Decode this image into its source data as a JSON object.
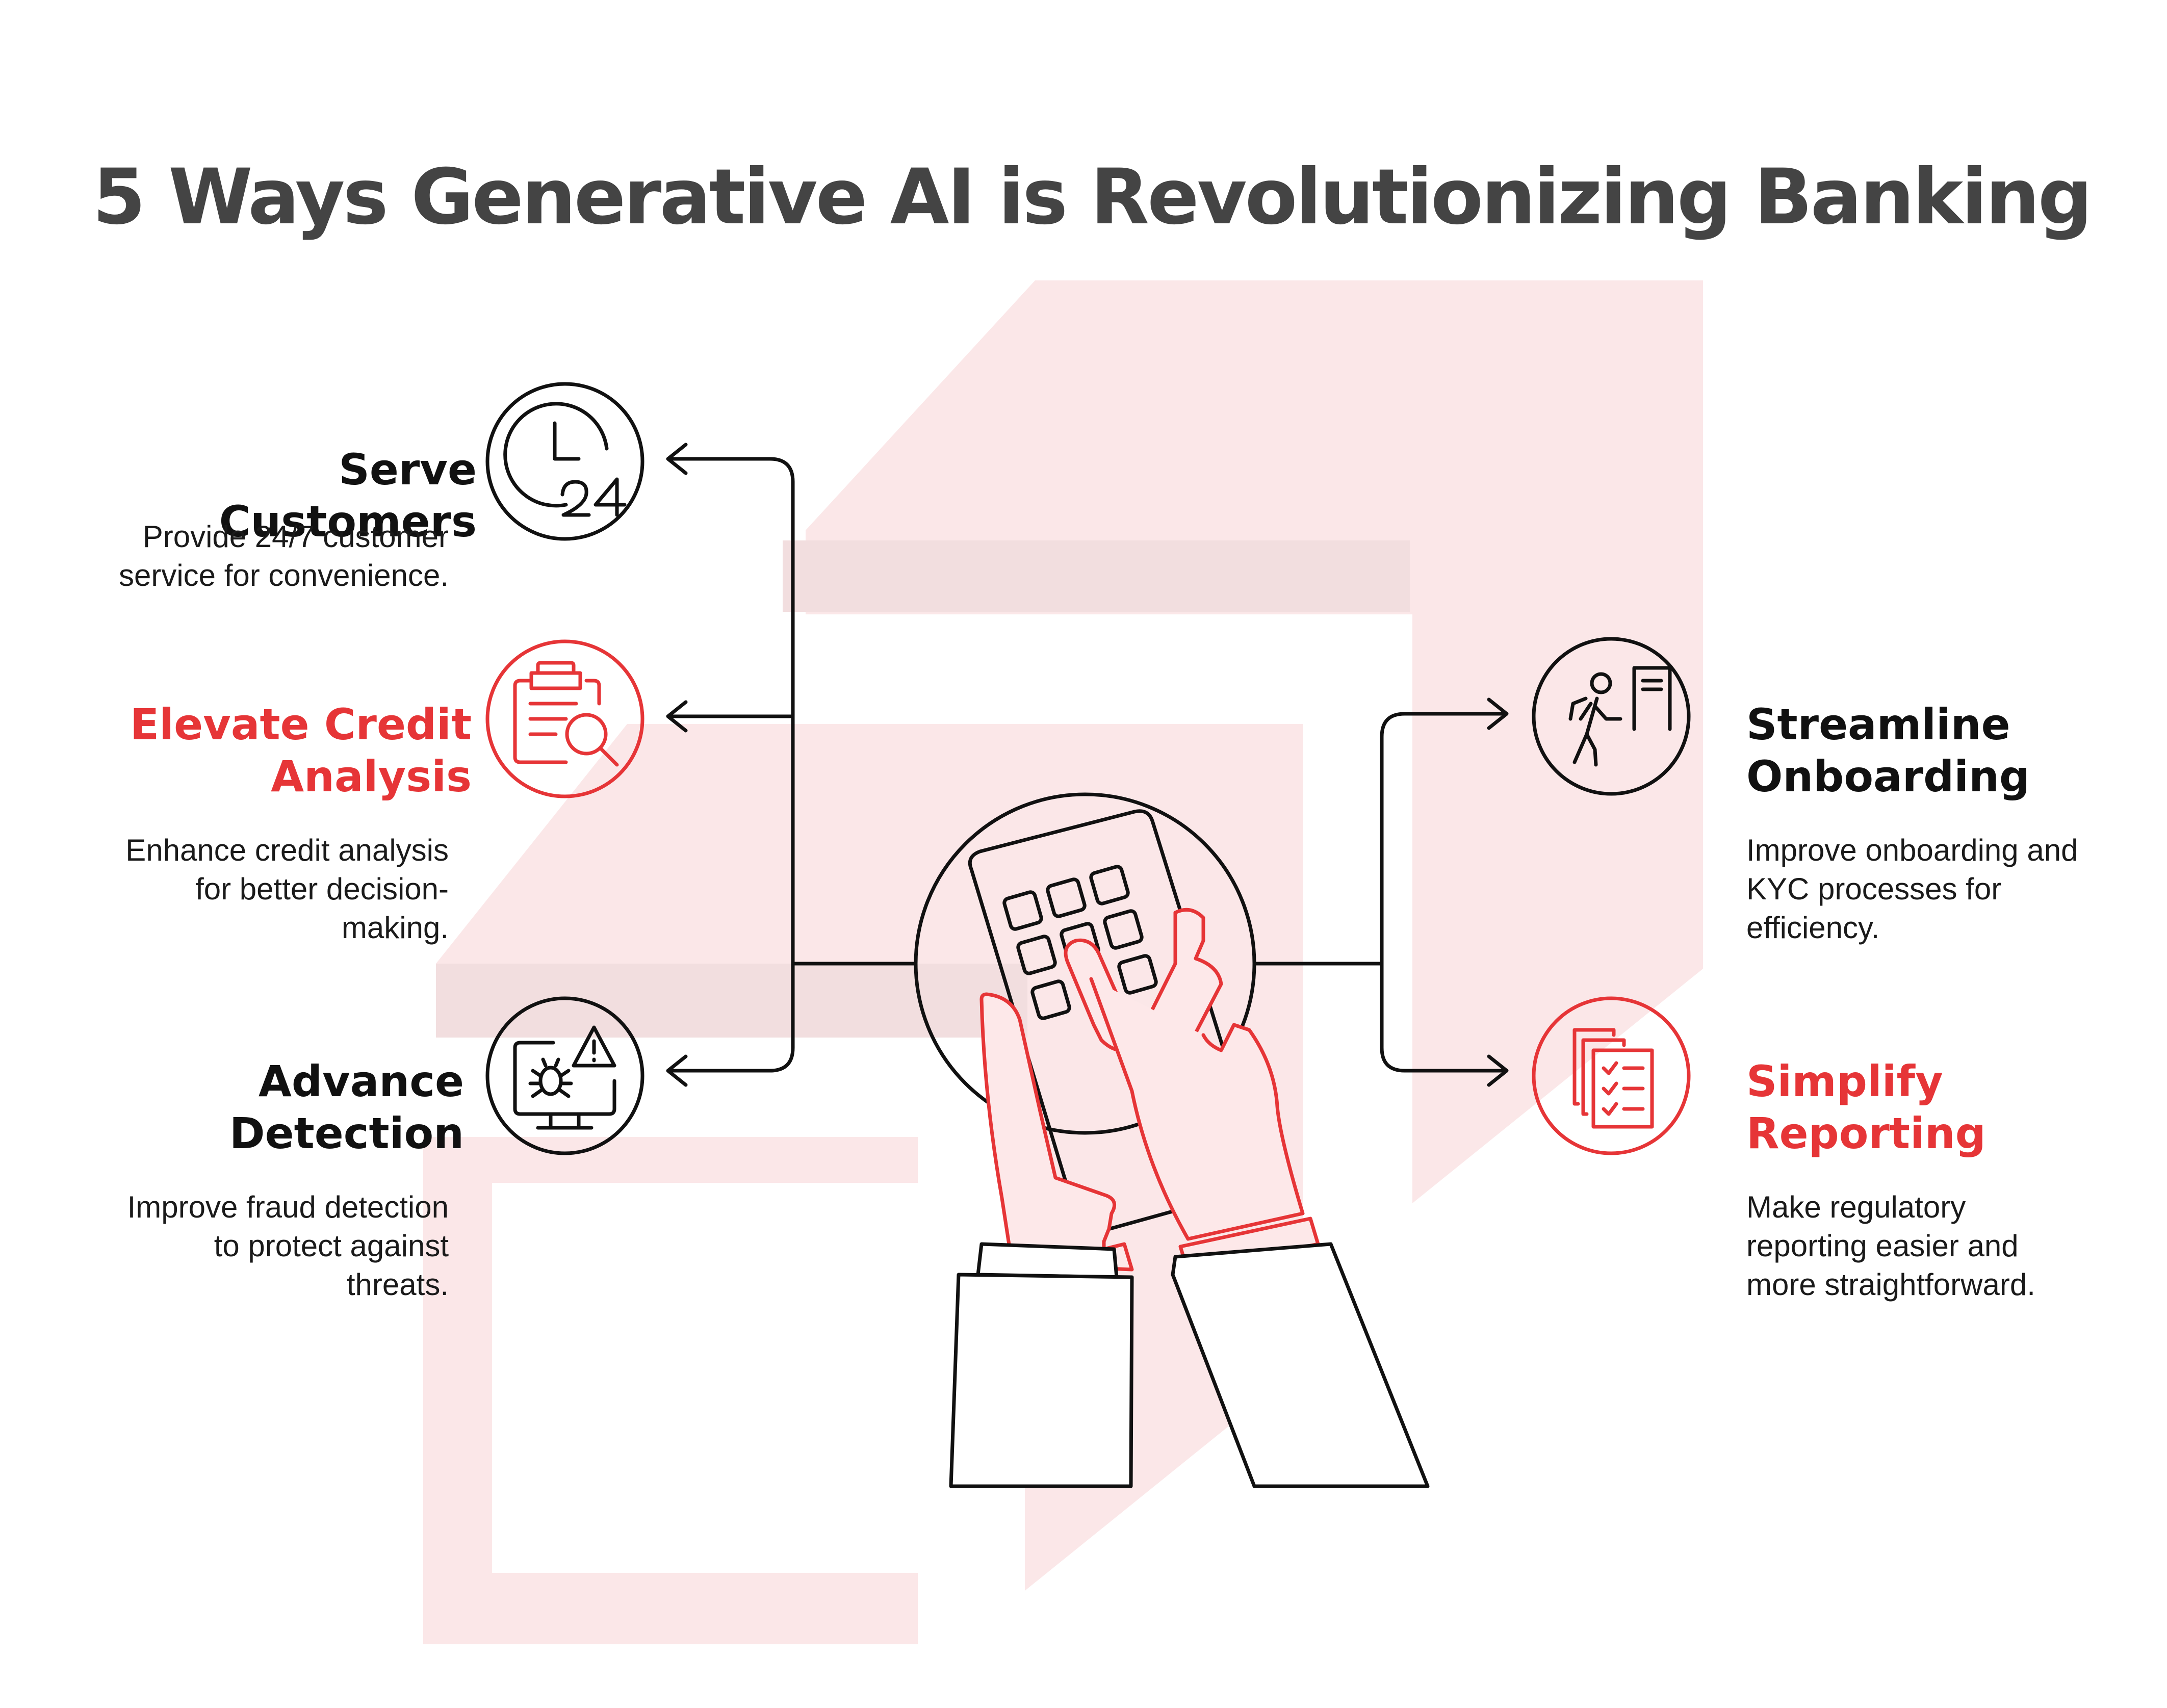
{
  "title": "5 Ways Generative AI is Revolutionizing Banking",
  "colors": {
    "accent": "#e63537",
    "dark": "#111111",
    "title": "#444444",
    "watermark": "#fbe7e8"
  },
  "items": [
    {
      "id": "serve-customers",
      "icon": "24-hour-clock-icon",
      "heading": "Serve Customers",
      "description": "Provide 24/7 customer\nservice for convenience.",
      "accent": false
    },
    {
      "id": "elevate-credit-analysis",
      "icon": "clipboard-search-icon",
      "heading": "Elevate Credit\nAnalysis",
      "description": "Enhance credit analysis\nfor better decision-\nmaking.",
      "accent": true
    },
    {
      "id": "advance-detection",
      "icon": "monitor-bug-alert-icon",
      "heading": "Advance\nDetection",
      "description": "Improve fraud detection\nto protect against\nthreats.",
      "accent": false
    },
    {
      "id": "streamline-onboarding",
      "icon": "person-walking-to-door-icon",
      "heading": "Streamline\nOnboarding",
      "description": "Improve onboarding and\nKYC processes for\nefficiency.",
      "accent": false
    },
    {
      "id": "simplify-reporting",
      "icon": "stacked-checklist-icon",
      "heading": "Simplify\nReporting",
      "description": "Make regulatory\nreporting easier and\nmore straightforward.",
      "accent": true
    }
  ],
  "center_icon": "hands-tapping-phone-keypad-icon"
}
